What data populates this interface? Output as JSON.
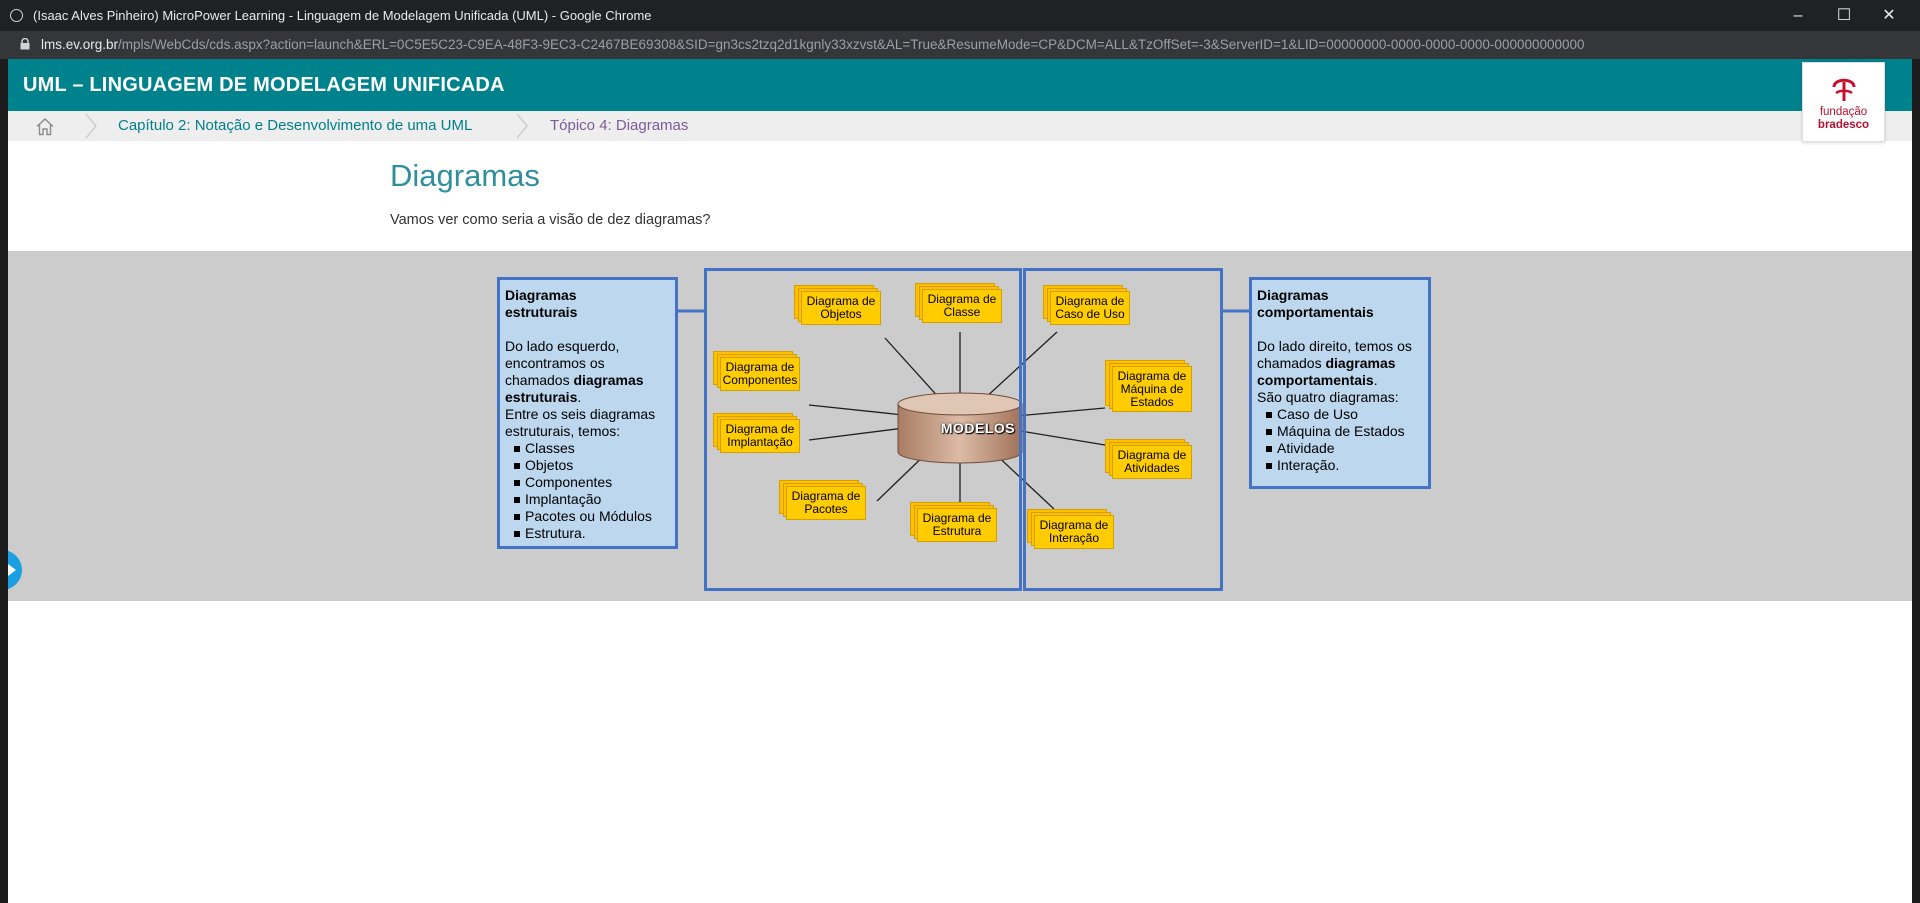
{
  "window": {
    "title": "(Isaac Alves Pinheiro) MicroPower Learning - Linguagem de Modelagem Unificada (UML) - Google Chrome",
    "url_host": "lms.ev.org.br",
    "url_rest": "/mpls/WebCds/cds.aspx?action=launch&ERL=0C5E5C23-C9EA-48F3-9EC3-C2467BE69308&SID=gn3cs2tzq2d1kgnly33xzvst&AL=True&ResumeMode=CP&DCM=ALL&TzOffSet=-3&ServerID=1&LID=00000000-0000-0000-0000-000000000000"
  },
  "header": {
    "course_title": "UML – LINGUAGEM DE MODELAGEM UNIFICADA",
    "logo_line1": "fundação",
    "logo_line2": "bradesco",
    "brand_color": "#00828c"
  },
  "breadcrumb": {
    "chapter": "Capítulo 2: Notação e Desenvolvimento de uma UML",
    "topic": "Tópico 4: Diagramas"
  },
  "content": {
    "title": "Diagramas",
    "intro": "Vamos ver como seria a visão de dez diagramas?"
  },
  "diagram": {
    "center_label": "MODELOS",
    "left_box": {
      "title_line1": "Diagramas",
      "title_line2": "estruturais",
      "p1_a": "Do lado esquerdo,",
      "p1_b": "encontramos os",
      "p1_c": "chamados ",
      "p1_c_bold": "diagramas",
      "p1_d_bold": "estruturais",
      "p1_d_end": ".",
      "p2_a": "Entre os seis diagramas",
      "p2_b": "estruturais, temos:",
      "items": [
        "Classes",
        "Objetos",
        "Componentes",
        "Implantação",
        "Pacotes ou Módulos",
        "Estrutura."
      ]
    },
    "right_box": {
      "title_line1": "Diagramas",
      "title_line2": "comportamentais",
      "p1_a": "Do lado direito, temos os",
      "p1_b": "chamados ",
      "p1_b_bold": "diagramas",
      "p1_c_bold": "comportamentais",
      "p1_c_end": ".",
      "p2": "São quatro diagramas:",
      "items": [
        "Caso de Uso",
        "Máquina de Estados",
        "Atividade",
        "Interação."
      ]
    },
    "cards": {
      "objetos": [
        "Diagrama de",
        "Objetos"
      ],
      "classe": [
        "Diagrama de",
        "Classe"
      ],
      "componentes": [
        "Diagrama de",
        "Componentes"
      ],
      "implantacao": [
        "Diagrama de",
        "Implantação"
      ],
      "pacotes": [
        "Diagrama de",
        "Pacotes"
      ],
      "estrutura": [
        "Diagrama de",
        "Estrutura"
      ],
      "caso_uso": [
        "Diagrama de",
        "Caso de Uso"
      ],
      "maquina": [
        "Diagrama de",
        "Máquina de",
        "Estados"
      ],
      "atividades": [
        "Diagrama de",
        "Atividades"
      ],
      "interacao": [
        "Diagrama de",
        "Interação"
      ]
    },
    "colors": {
      "card": "#ffc000",
      "panel_border": "#4472c4",
      "info_fill": "#bdd7ee",
      "cylinder": "#c09a82"
    }
  }
}
